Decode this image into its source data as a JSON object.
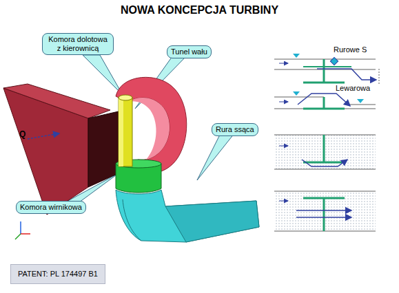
{
  "diagram": {
    "title": "NOWA KONCEPCJA TURBINY",
    "nodes": [
      {
        "text": [
          "Komora dolotowa z kierownicą"
        ]
      },
      {
        "text": [
          "Tunel wału"
        ]
      },
      {
        "text": [
          "Rura ssąca"
        ]
      },
      {
        "text": [
          "Komora wirnikowa"
        ]
      },
      {
        "text": [
          "PATENT: PL 174497 B1"
        ]
      }
    ],
    "labels": [
      "Q",
      "Rurowe S",
      "Lewarowa"
    ]
  }
}
